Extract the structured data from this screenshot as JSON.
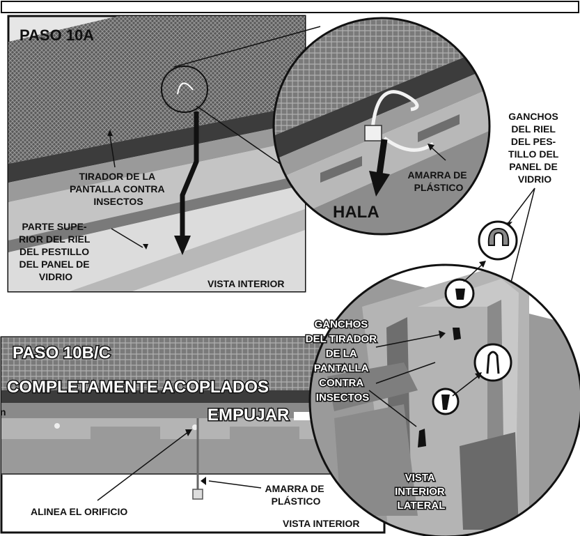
{
  "step_10a": {
    "title": "PASO 10A",
    "pull_tab_label": [
      "TIRADOR DE LA",
      "PANTALLA CONTRA",
      "INSECTOS"
    ],
    "latch_rail_top_label": [
      "PARTE SUPE-",
      "RIOR DEL RIEL",
      "DEL PESTILLO",
      "DEL PANEL DE",
      "VIDRIO"
    ],
    "view_label": "VISTA INTERIOR",
    "zip_tie_label": [
      "AMARRA DE",
      "PLÁSTICO"
    ],
    "action_label": "HALA"
  },
  "latch_hooks_label": [
    "GANCHOS",
    "DEL RIEL",
    "DEL PES-",
    "TILLO DEL",
    "PANEL DE",
    "VIDRIO"
  ],
  "step_10bc": {
    "title": "PASO 10B/C",
    "status_label": "COMPLETAMENTE ACOPLADOS",
    "push_label": "EMPUJAR",
    "align_label": "ALINEA EL ORIFICIO",
    "zip_tie_label": [
      "AMARRA DE",
      "PLÁSTICO"
    ],
    "view_label": "VISTA INTERIOR"
  },
  "screen_hooks_label": [
    "GANCHOS",
    "DEL TIRADOR",
    "DE LA",
    "PANTALLA",
    "CONTRA",
    "INSECTOS"
  ],
  "side_view_label": [
    "VISTA",
    "INTERIOR",
    "LATERAL"
  ],
  "stray_char": "n",
  "colors": {
    "ink": "#111111",
    "metal_dark": "#4a4a4a",
    "metal_mid": "#8a8a8a",
    "metal_light": "#c8c8c8",
    "mesh": "#6a6a6a"
  }
}
